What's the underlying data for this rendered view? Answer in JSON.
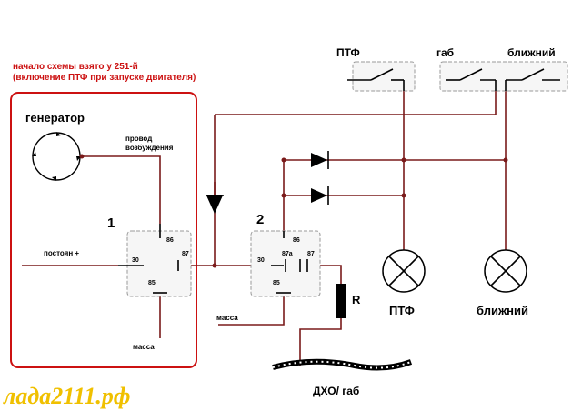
{
  "note": {
    "line1": "начало схемы взято у  251-й",
    "line2": "(включение ПТФ при запуске двигателя)"
  },
  "generator": {
    "title": "генератор",
    "wire_label_1": "провод",
    "wire_label_2": "возбуждения"
  },
  "relay1": {
    "number": "1",
    "pin_86": "86",
    "pin_87": "87",
    "pin_30": "30",
    "pin_85": "85"
  },
  "relay2": {
    "number": "2",
    "pin_86": "86",
    "pin_87a": "87а",
    "pin_87": "87",
    "pin_30": "30",
    "pin_85": "85"
  },
  "labels": {
    "postoyan": "постоян +",
    "massa1": "масса",
    "massa2": "масса",
    "resistor": "R",
    "ptf_switch": "ПТФ",
    "gab_switch": "габ",
    "near_switch": "ближний",
    "ptf_lamp": "ПТФ",
    "near_lamp": "ближний",
    "dho": "ДХО/ габ"
  },
  "watermark": "лада2111.рф",
  "colors": {
    "wire": "#7a1a1a",
    "frame": "#cc1111",
    "note_text": "#cc1111",
    "watermark": "#f0c000"
  }
}
